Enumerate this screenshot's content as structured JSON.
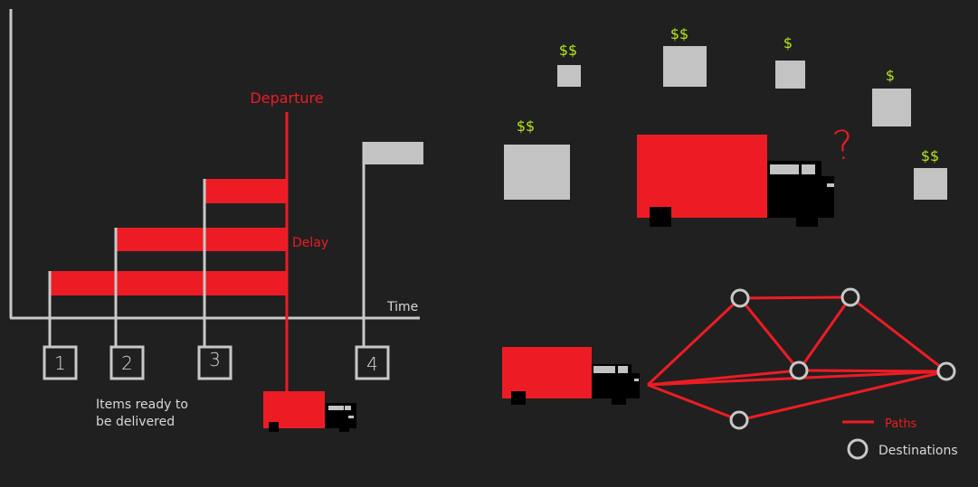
{
  "colors": {
    "background": "#202020",
    "accent_red": "#ed1c24",
    "axis_gray": "#c8c8c8",
    "package_gray": "#c3c3c3",
    "truck_black": "#000000",
    "money_yellow": "#b5e61d",
    "text_light": "#d8d8d8"
  },
  "timeline": {
    "time_label": "Time",
    "departure_label": "Departure",
    "delay_label": "Delay",
    "items_caption_line1": "Items ready to",
    "items_caption_line2": "be delivered",
    "items": [
      {
        "number": "1"
      },
      {
        "number": "2"
      },
      {
        "number": "3"
      },
      {
        "number": "4"
      }
    ]
  },
  "packages": [
    {
      "price": "$$"
    },
    {
      "price": "$$"
    },
    {
      "price": "$"
    },
    {
      "price": "$"
    },
    {
      "price": "$$"
    },
    {
      "price": "$$"
    }
  ],
  "question_mark": "?",
  "legend": {
    "paths_label": "Paths",
    "destinations_label": "Destinations"
  }
}
